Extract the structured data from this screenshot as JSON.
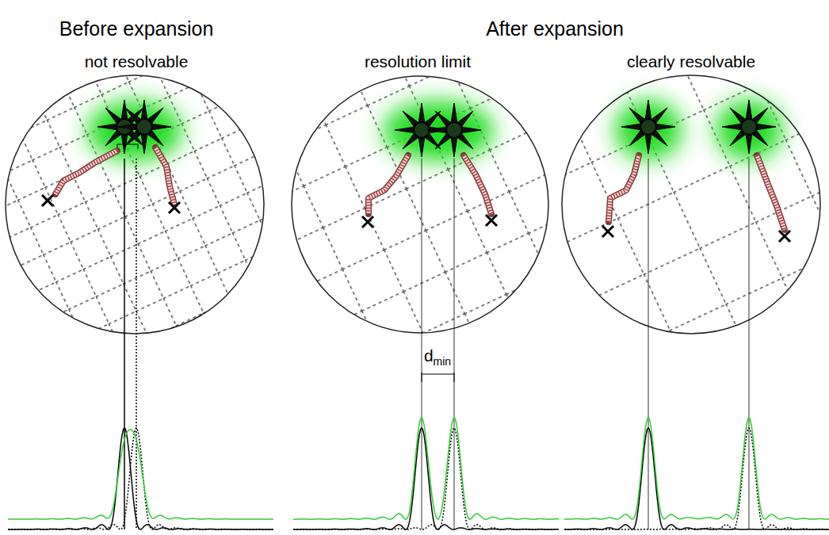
{
  "diagram": {
    "labels": [
      "Before expansion",
      "After expansion",
      "not resolvable",
      "resolution limit",
      "clearly resolvable",
      "d",
      "min"
    ]
  }
}
